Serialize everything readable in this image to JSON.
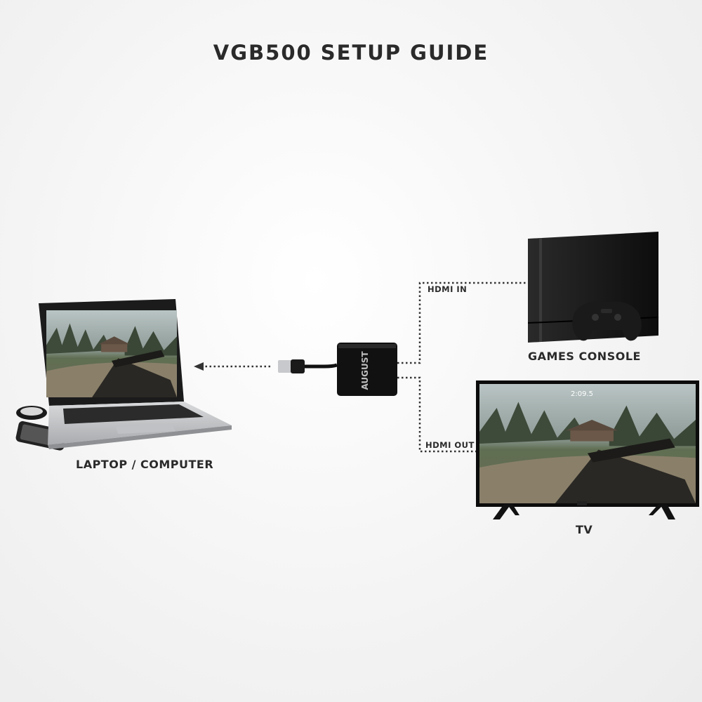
{
  "title": "VGB500 SETUP GUIDE",
  "labels": {
    "laptop": "LAPTOP / COMPUTER",
    "console": "GAMES CONSOLE",
    "tv": "TV",
    "hdmi_in": "HDMI IN",
    "hdmi_out": "HDMI OUT"
  },
  "device": {
    "brand": "AUGUST"
  },
  "game_hud": {
    "tv_timer": "2:09.5"
  },
  "colors": {
    "text": "#2a2a2a",
    "device": "#111111",
    "connector": "#444444"
  }
}
